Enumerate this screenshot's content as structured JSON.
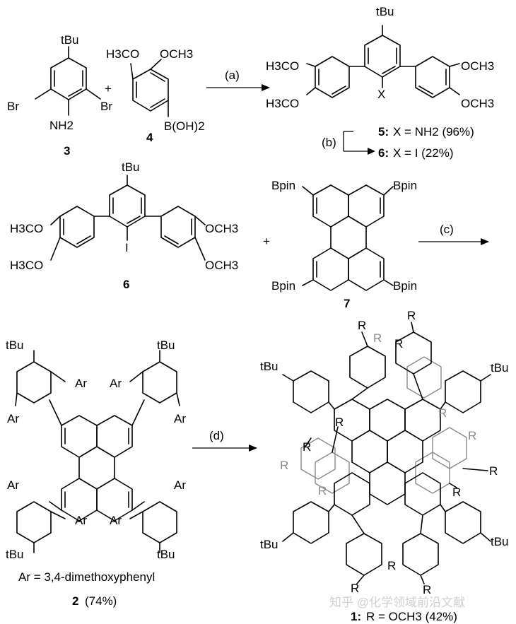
{
  "compounds": {
    "c3": {
      "number": "3",
      "tbu": "tBu",
      "left_sub": "Br",
      "right_sub": "Br",
      "amine": "NH2"
    },
    "c4": {
      "number": "4",
      "ome_left": "H3CO",
      "ome_right": "OCH3",
      "boronic": "B(OH)2"
    },
    "c5": {
      "tbu": "tBu",
      "ome_tl": "H3CO",
      "ome_bl": "H3CO",
      "ome_tr": "OCH3",
      "ome_br": "OCH3",
      "center_sub": "X"
    },
    "c6": {
      "number": "6",
      "tbu": "tBu",
      "ome_tl": "H3CO",
      "ome_bl": "H3CO",
      "ome_tr": "OCH3",
      "ome_br": "OCH3",
      "center_sub": "I"
    },
    "c7": {
      "number": "7",
      "bpin": "Bpin"
    },
    "c2": {
      "number": "2",
      "yield": "(74%)",
      "tbu": "tBu",
      "ar": "Ar",
      "ar_def": "Ar = 3,4-dimethoxyphenyl"
    },
    "c1": {
      "number": "1:",
      "def": "R = OCH3 (42%)",
      "tbu": "tBu",
      "r": "R"
    }
  },
  "reactions": {
    "a": "(a)",
    "b": "(b)",
    "c": "(c)",
    "d": "(d)",
    "plus": "+",
    "product5": {
      "num": "5:",
      "text": "X = NH2 (96%)"
    },
    "product6": {
      "num": "6:",
      "text": "X = I (22%)"
    }
  },
  "watermark": "知乎 @化学领域前沿文献"
}
